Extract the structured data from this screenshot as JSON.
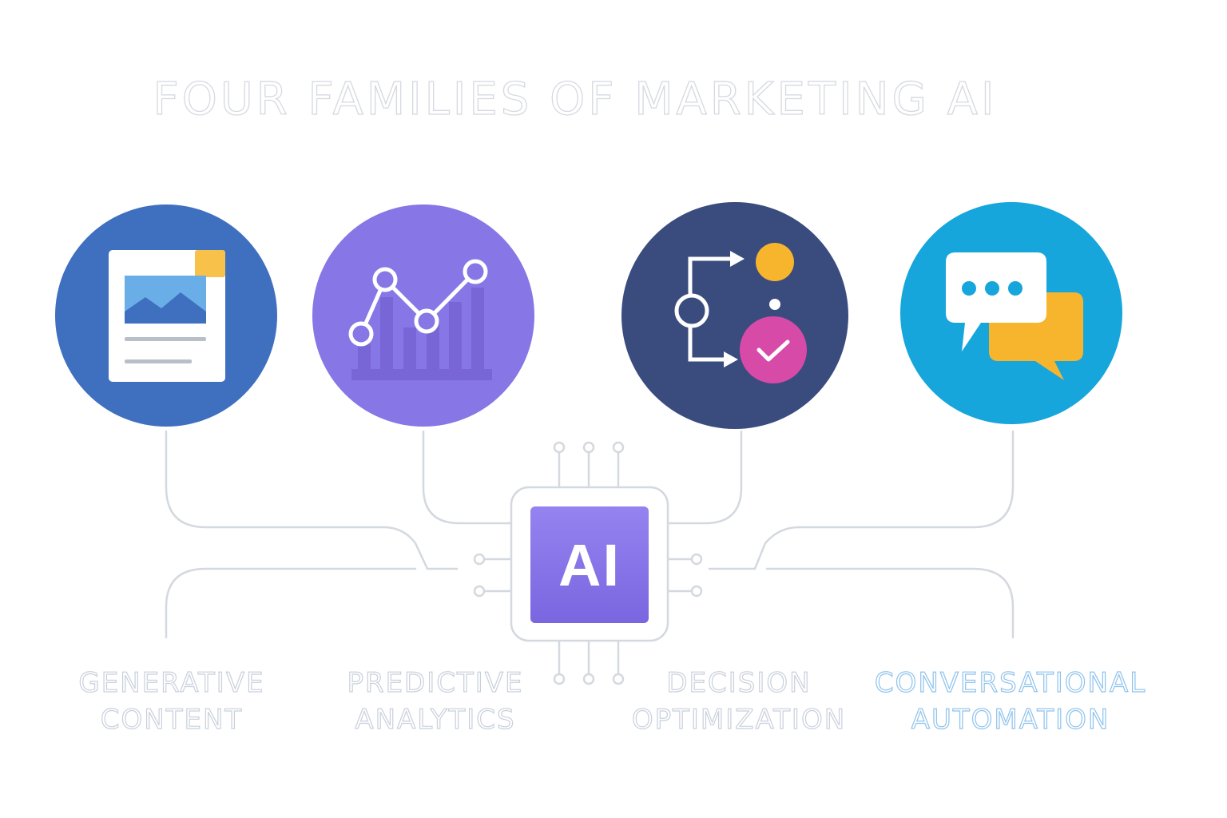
{
  "title": "FOUR FAMILIES OF MARKETING AI",
  "hub": {
    "label": "AI",
    "color": "#8a72e8"
  },
  "families": [
    {
      "line1": "GENERATIVE",
      "line2": "CONTENT",
      "icon": "document-image-icon",
      "color": "#3f6fbf"
    },
    {
      "line1": "PREDICTIVE",
      "line2": "ANALYTICS",
      "icon": "trend-chart-icon",
      "color": "#8676e6"
    },
    {
      "line1": "DECISION",
      "line2": "OPTIMIZATION",
      "icon": "decision-flow-icon",
      "color": "#3a4c7e"
    },
    {
      "line1": "CONVERSATIONAL",
      "line2": "AUTOMATION",
      "icon": "chat-bubbles-icon",
      "color": "#16a6dc"
    }
  ]
}
